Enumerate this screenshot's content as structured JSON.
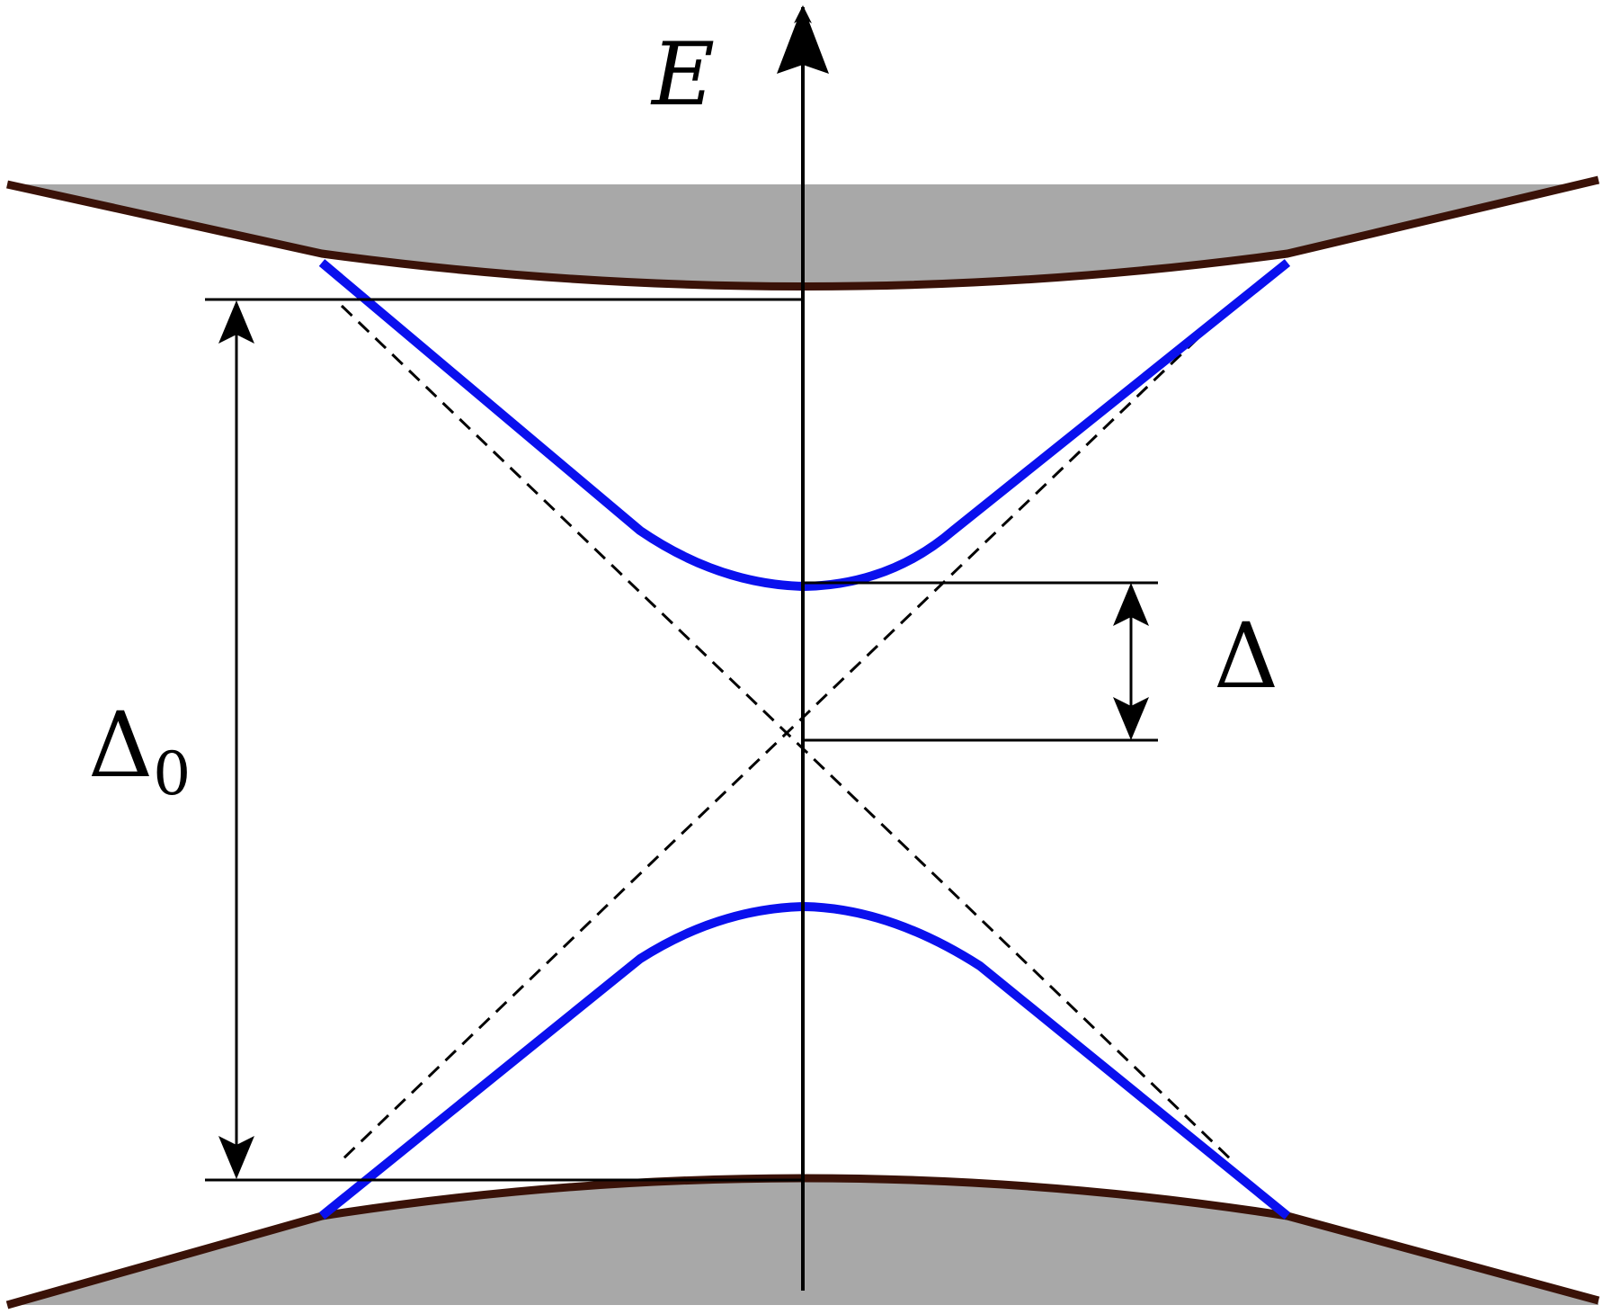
{
  "diagram": {
    "energy_axis_label": "E",
    "small_gap_label": "Δ",
    "large_gap_label": "Δ",
    "large_gap_subscript": "0"
  },
  "colors": {
    "band_fill": "#a8a8a8",
    "band_edge": "#3a1208",
    "inner_band": "#0a10ee",
    "axis": "#000000",
    "background": "#ffffff"
  }
}
